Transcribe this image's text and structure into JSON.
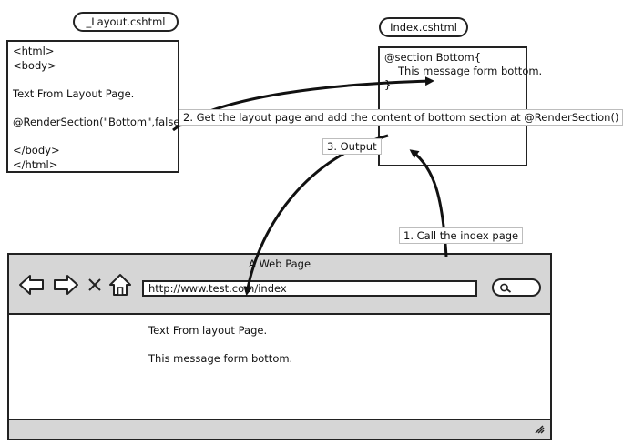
{
  "layout_file": {
    "title": "_Layout.cshtml",
    "lines": [
      "<html>",
      "<body>",
      "Text From Layout Page.",
      "@RenderSection(\"Bottom\",false)",
      "</body>",
      "</html>"
    ]
  },
  "index_file": {
    "title": "Index.cshtml",
    "lines": [
      "@section Bottom{",
      "This message form bottom.",
      "}"
    ]
  },
  "steps": {
    "step1": "1. Call the index page",
    "step2": "2. Get the layout page and add the content of bottom section at @RenderSection()",
    "step3": "3. Output"
  },
  "browser": {
    "title": "A Web Page",
    "url": "http://www.test.com/index",
    "content_lines": [
      "Text From layout Page.",
      "This message form bottom."
    ],
    "icons": [
      "back-arrow-icon",
      "forward-arrow-icon",
      "close-icon",
      "home-icon",
      "search-icon",
      "resize-grip-icon"
    ]
  }
}
